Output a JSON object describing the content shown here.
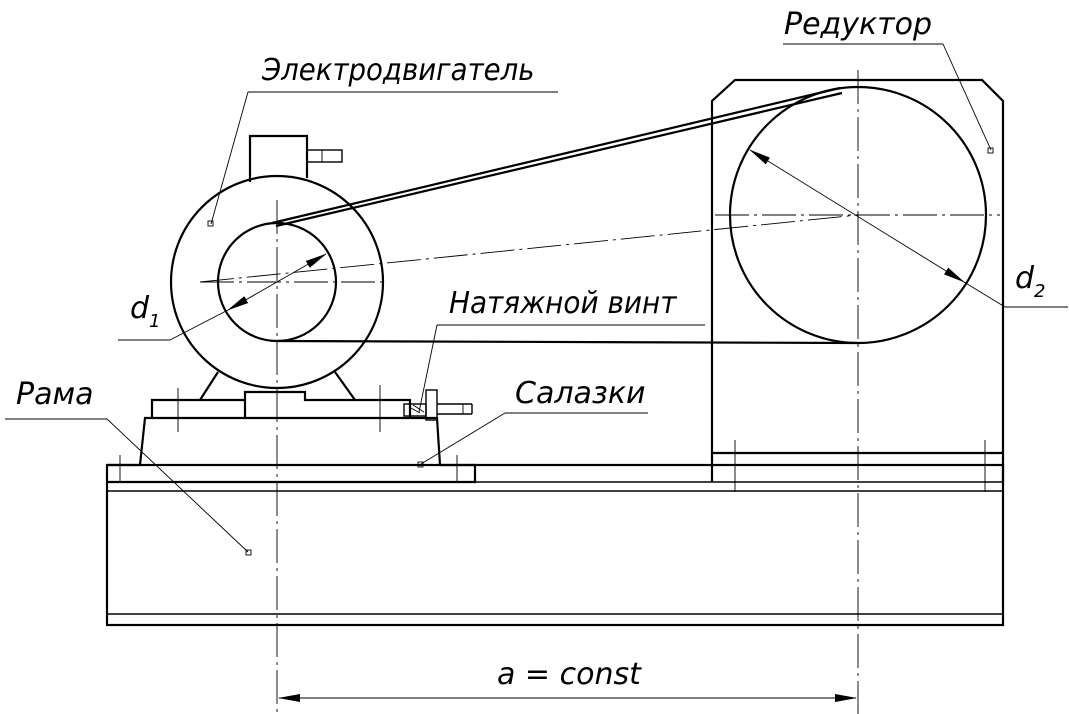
{
  "labels": {
    "motor": "Электродвигатель",
    "reducer": "Редуктор",
    "tension_screw": "Натяжной винт",
    "slide": "Салазки",
    "frame": "Рама",
    "d1_main": "d",
    "d1_sub": "1",
    "d2_main": "d",
    "d2_sub": "2",
    "center_distance": "a = const"
  },
  "colors": {
    "ink": "#000000",
    "background": "#ffffff"
  }
}
